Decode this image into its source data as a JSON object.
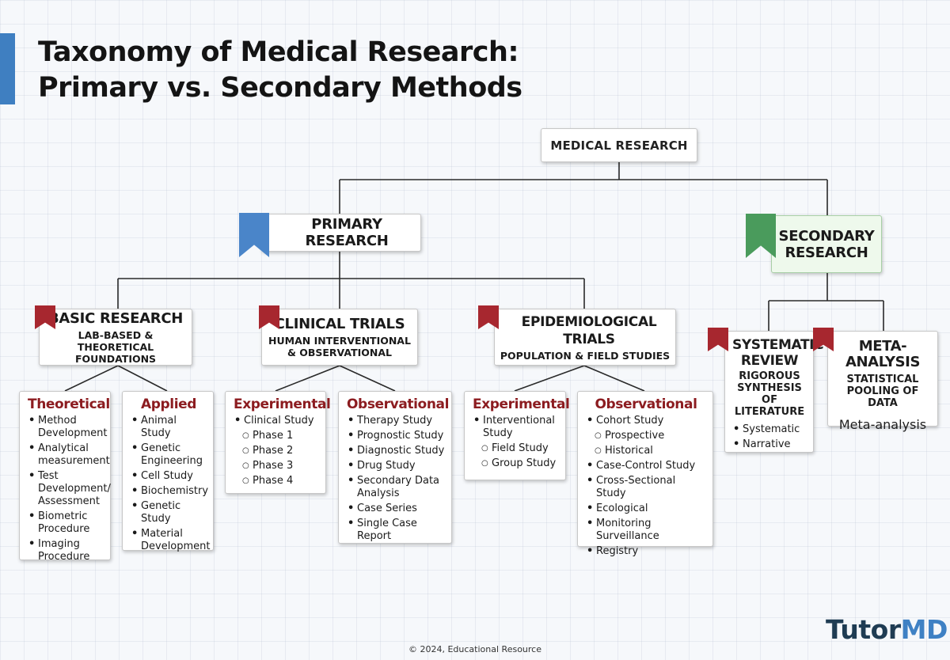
{
  "title": {
    "line1": "Taxonomy of Medical Research:",
    "line2": "Primary vs. Secondary Methods"
  },
  "colors": {
    "accent": "#3f7fc1",
    "primary_bookmark": "#4a85c9",
    "secondary_bookmark": "#4a9b5c",
    "category_bookmark": "#a7272f",
    "leaf_title": "#8c1c20"
  },
  "root": {
    "label": "MEDICAL RESEARCH"
  },
  "primary": {
    "label": "PRIMARY RESEARCH",
    "icon": "bookmark-icon",
    "categories": [
      {
        "title": "BASIC RESEARCH",
        "subtitle_line1": "LAB-BASED & THEORETICAL",
        "subtitle_line2": "FOUNDATIONS",
        "icon": "bookmark-icon",
        "groups": [
          {
            "title": "Theoretical",
            "items": [
              {
                "text": "Method Development",
                "level": 1
              },
              {
                "text": "Analytical measurement",
                "level": 1
              },
              {
                "text": "Test Development/ Assessment",
                "level": 1
              },
              {
                "text": "Biometric Procedure",
                "level": 1
              },
              {
                "text": "Imaging Procedure",
                "level": 1
              }
            ]
          },
          {
            "title": "Applied",
            "items": [
              {
                "text": "Animal Study",
                "level": 1
              },
              {
                "text": "Genetic Engineering",
                "level": 1
              },
              {
                "text": "Cell Study",
                "level": 1
              },
              {
                "text": "Biochemistry",
                "level": 1
              },
              {
                "text": "Genetic Study",
                "level": 1
              },
              {
                "text": "Material Development",
                "level": 1
              }
            ]
          }
        ]
      },
      {
        "title": "CLINICAL TRIALS",
        "subtitle_line1": "HUMAN INTERVENTIONAL",
        "subtitle_line2": "& OBSERVATIONAL",
        "icon": "bookmark-icon",
        "groups": [
          {
            "title": "Experimental",
            "items": [
              {
                "text": "Clinical Study",
                "level": 1
              },
              {
                "text": "Phase 1",
                "level": 2
              },
              {
                "text": "Phase 2",
                "level": 2
              },
              {
                "text": "Phase 3",
                "level": 2
              },
              {
                "text": "Phase 4",
                "level": 2
              }
            ]
          },
          {
            "title": "Observational",
            "items": [
              {
                "text": "Therapy Study",
                "level": 1
              },
              {
                "text": "Prognostic Study",
                "level": 1
              },
              {
                "text": "Diagnostic Study",
                "level": 1
              },
              {
                "text": "Drug Study",
                "level": 1
              },
              {
                "text": "Secondary Data Analysis",
                "level": 1
              },
              {
                "text": "Case Series",
                "level": 1
              },
              {
                "text": "Single Case Report",
                "level": 1
              }
            ]
          }
        ]
      },
      {
        "title": "EPIDEMIOLOGICAL TRIALS",
        "subtitle_line1": "POPULATION & FIELD STUDIES",
        "subtitle_line2": "",
        "icon": "bookmark-icon",
        "groups": [
          {
            "title": "Experimental",
            "items": [
              {
                "text": "Interventional Study",
                "level": 1
              },
              {
                "text": "Field Study",
                "level": 2
              },
              {
                "text": "Group Study",
                "level": 2
              }
            ]
          },
          {
            "title": "Observational",
            "items": [
              {
                "text": "Cohort Study",
                "level": 1
              },
              {
                "text": "Prospective",
                "level": 2
              },
              {
                "text": "Historical",
                "level": 2
              },
              {
                "text": "Case-Control Study",
                "level": 1
              },
              {
                "text": "Cross-Sectional Study",
                "level": 1
              },
              {
                "text": "Ecological",
                "level": 1
              },
              {
                "text": "Monitoring Surveillance",
                "level": 1
              },
              {
                "text": "Registry",
                "level": 1
              }
            ]
          }
        ]
      }
    ]
  },
  "secondary": {
    "label_line1": "SECONDARY",
    "label_line2": "RESEARCH",
    "icon": "bookmark-icon",
    "systematic_review": {
      "title_line1": "SYSTEMATIC",
      "title_line2": "REVIEW",
      "sub_line1": "RIGOROUS",
      "sub_line2": "SYNTHESIS OF",
      "sub_line3": "LITERATURE",
      "items": [
        {
          "text": "Systematic",
          "level": 1
        },
        {
          "text": "Narrative",
          "level": 1
        }
      ]
    },
    "meta_analysis": {
      "title": "META-ANALYSIS",
      "sub_line1": "STATISTICAL",
      "sub_line2": "POOLING OF DATA",
      "text": "Meta-analysis"
    }
  },
  "footer": "© 2024, Educational Resource",
  "brand": {
    "part1": "Tutor",
    "part2": "MD"
  }
}
